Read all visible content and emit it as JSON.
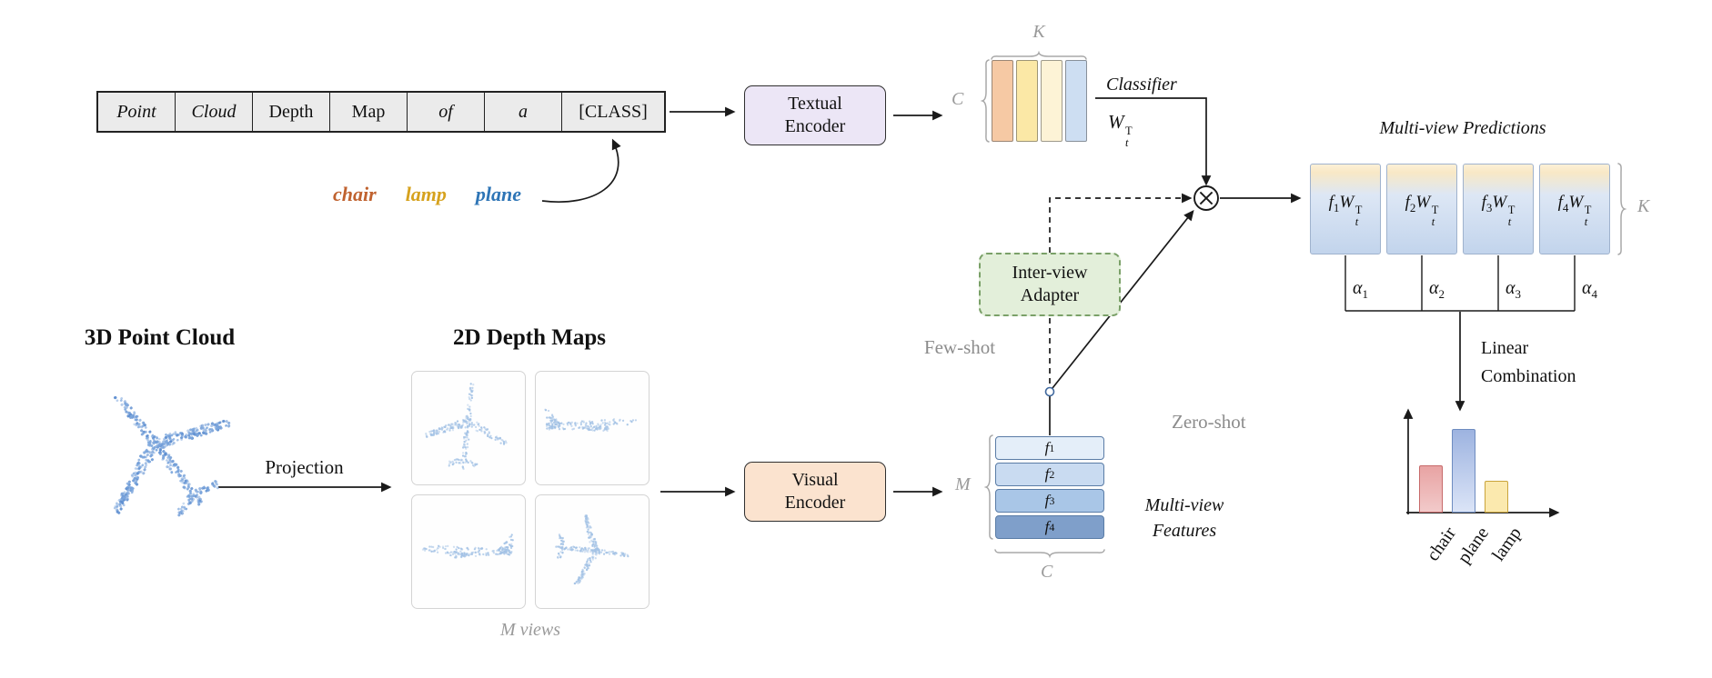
{
  "prompt": {
    "tokens": [
      {
        "text": "Point",
        "italic": true
      },
      {
        "text": "Cloud",
        "italic": true
      },
      {
        "text": "Depth",
        "italic": false
      },
      {
        "text": "Map",
        "italic": false
      },
      {
        "text": "of",
        "italic": true
      },
      {
        "text": "a",
        "italic": true
      },
      {
        "text": "[CLASS]",
        "italic": false
      }
    ]
  },
  "classes": [
    {
      "label": "chair",
      "color": "#c0622f"
    },
    {
      "label": "lamp",
      "color": "#d6a21e"
    },
    {
      "label": "plane",
      "color": "#2e75b6"
    }
  ],
  "boxes": {
    "textual_encoder": "Textual Encoder",
    "visual_encoder": "Visual Encoder",
    "adapter": "Inter-view Adapter"
  },
  "labels": {
    "classifier": "Classifier",
    "multi_view_predictions": "Multi-view Predictions",
    "multi_view_features": "Multi-view Features",
    "few_shot": "Few-shot",
    "zero_shot": "Zero-shot",
    "linear_combination": "Linear Combination",
    "projection": "Projection",
    "point_cloud_heading": "3D Point Cloud",
    "depth_maps_heading": "2D Depth Maps",
    "m_views": "M views",
    "dim_K": "K",
    "dim_C": "C",
    "dim_M": "M"
  },
  "math": {
    "f": "f",
    "W": "W",
    "t_sub": "t",
    "T_sup": "T",
    "alpha": "α"
  },
  "classifier_columns": [
    "#f6c9a4",
    "#fbe8a6",
    "#fdf3d6",
    "#cddef2"
  ],
  "features": [
    {
      "sub": "1",
      "color": "#e4eef9"
    },
    {
      "sub": "2",
      "color": "#c9dbf1"
    },
    {
      "sub": "3",
      "color": "#a9c6e7"
    },
    {
      "sub": "4",
      "color": "#7f9fca"
    }
  ],
  "predictions": [
    {
      "sub": "1"
    },
    {
      "sub": "2"
    },
    {
      "sub": "3"
    },
    {
      "sub": "4"
    }
  ],
  "alphas": [
    "1",
    "2",
    "3",
    "4"
  ],
  "chart_data": {
    "type": "bar",
    "title": "Linear Combination of multi-view predictions",
    "categories": [
      "chair",
      "plane",
      "lamp"
    ],
    "values": [
      0.45,
      0.8,
      0.3
    ],
    "colors_top": [
      "#e8a3a3",
      "#9db3e0",
      "#fbe9ae"
    ],
    "colors_bottom": [
      "#f2caca",
      "#dbe4f7",
      "#fbe9ae"
    ],
    "borders": [
      "#c76a6a",
      "#6e8cc0",
      "#c9a43c"
    ],
    "xlabel": "",
    "ylabel": "",
    "ylim": [
      0,
      1
    ],
    "grid": false,
    "legend": false
  }
}
